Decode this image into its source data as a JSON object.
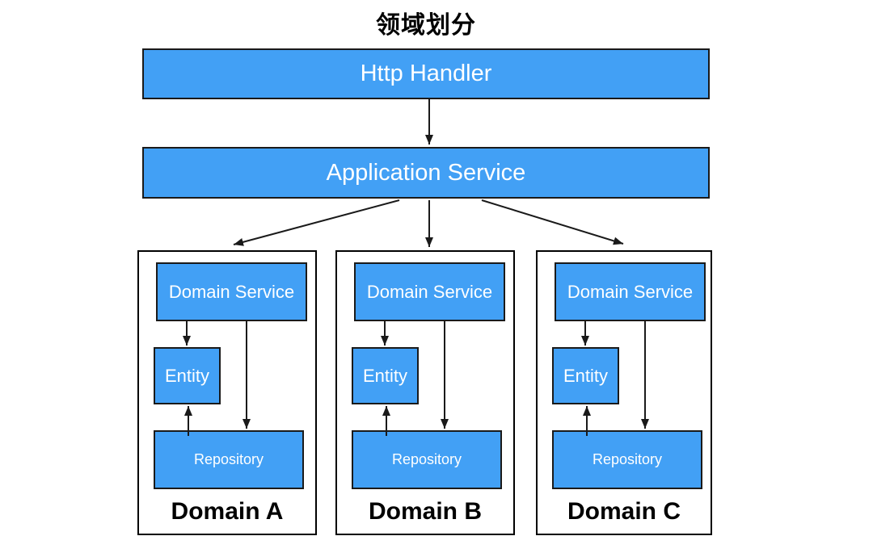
{
  "title": "领域划分",
  "layers": {
    "http_handler": "Http Handler",
    "application_service": "Application Service"
  },
  "domains": [
    {
      "label": "Domain A",
      "domain_service": "Domain Service",
      "entity": "Entity",
      "repository": "Repository"
    },
    {
      "label": "Domain B",
      "domain_service": "Domain Service",
      "entity": "Entity",
      "repository": "Repository"
    },
    {
      "label": "Domain C",
      "domain_service": "Domain Service",
      "entity": "Entity",
      "repository": "Repository"
    }
  ],
  "edges": [
    {
      "from": "Http Handler",
      "to": "Application Service"
    },
    {
      "from": "Application Service",
      "to": "Domain A"
    },
    {
      "from": "Application Service",
      "to": "Domain B"
    },
    {
      "from": "Application Service",
      "to": "Domain C"
    },
    {
      "from": "Domain Service",
      "to": "Entity",
      "scope": "each domain"
    },
    {
      "from": "Domain Service",
      "to": "Repository",
      "scope": "each domain"
    },
    {
      "from": "Repository",
      "to": "Entity",
      "scope": "each domain"
    }
  ],
  "colors": {
    "node_fill": "#42A0F5",
    "node_border": "#1A1A1A",
    "container_border": "#000000",
    "node_text": "#FFFFFF",
    "text": "#000000",
    "arrow": "#1A1A1A",
    "background": "#FFFFFF"
  }
}
